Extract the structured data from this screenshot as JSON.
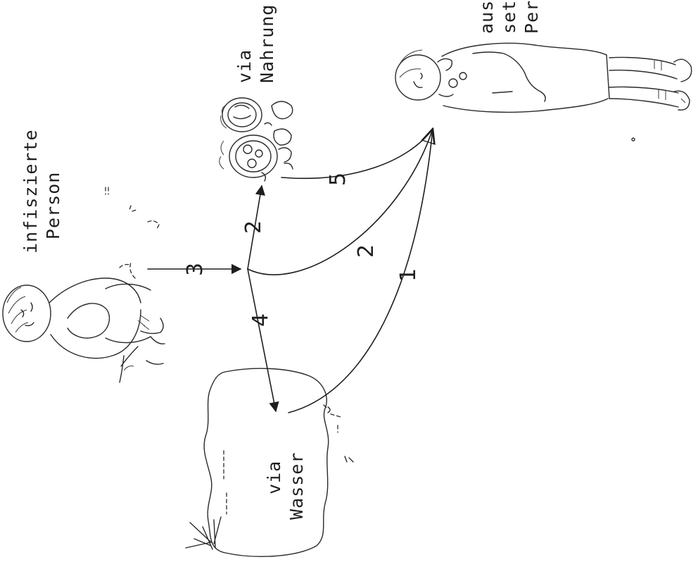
{
  "labels": {
    "infected_person": [
      "infiszierte",
      "Person"
    ],
    "via_food": [
      "via",
      "Nahrung"
    ],
    "via_water": [
      "via",
      "Wasser"
    ],
    "exposed_person": [
      "aus",
      "set",
      "Per"
    ]
  },
  "paths": {
    "p1": "1",
    "p2_upper": "2",
    "p2_lower": "2",
    "p3": "3",
    "p4": "4",
    "p5": "5"
  }
}
